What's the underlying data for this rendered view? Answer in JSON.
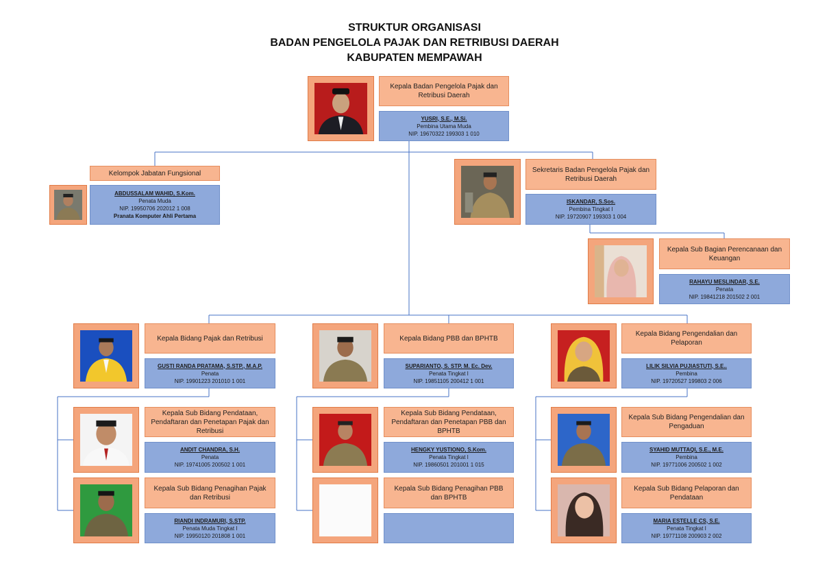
{
  "title": {
    "line1": "STRUKTUR ORGANISASI",
    "line2": "BADAN PENGELOLA PAJAK DAN RETRIBUSI DAERAH",
    "line3": "KABUPATEN MEMPAWAH"
  },
  "nodes": {
    "kepala": {
      "role": "Kepala Badan Pengelola Pajak dan Retribusi Daerah",
      "name": "YUSRI, S.E., M.Si.",
      "rank": "Pembina Utama Muda",
      "nip": "NIP. 19670322 199303 1 010"
    },
    "fungsional": {
      "role": "Kelompok Jabatan Fungsional",
      "name": "ABDUSSALAM WAHID, S.Kom.",
      "rank": "Penata Muda",
      "nip": "NIP. 19950706 202012 1 008",
      "extra": "Pranata Komputer Ahli Pertama"
    },
    "sekretaris": {
      "role": "Sekretaris Badan Pengelola Pajak dan Retribusi Daerah",
      "name": "ISKANDAR, S.Sos.",
      "rank": "Pembina Tingkat I",
      "nip": "NIP. 19720907 199303 1 004"
    },
    "perencanaan": {
      "role": "Kepala Sub Bagian Perencanaan dan Keuangan",
      "name": "RAHAYU MESLINDAR, S.E.",
      "rank": "Penata",
      "nip": "NIP. 19841218 201502 2 001"
    },
    "bid_pajak": {
      "role": "Kepala Bidang Pajak dan Retribusi",
      "name": "GUSTI RANDA PRATAMA, S.STP., M.A.P.",
      "rank": "Penata",
      "nip": "NIP. 19901223 201010 1 001"
    },
    "bid_pbb": {
      "role": "Kepala Bidang PBB dan BPHTB",
      "name": "SUPARIANTO, S. STP. M. Ec. Dev.",
      "rank": "Penata Tingkat I",
      "nip": "NIP. 19851105 200412 1 001"
    },
    "bid_pengendalian": {
      "role": "Kepala Bidang Pengendalian dan Pelaporan",
      "name": "LILIK SILVIA PUJIASTUTI, S.E..",
      "rank": "Pembina",
      "nip": "NIP. 19720527 199803 2 006"
    },
    "sub_pajak_pendataan": {
      "role": "Kepala Sub Bidang Pendataan, Pendaftaran dan Penetapan Pajak dan Retribusi",
      "name": "ANDIT CHANDRA, S.H.",
      "rank": "Penata",
      "nip": "NIP. 19741005 200502 1 001"
    },
    "sub_pajak_penagihan": {
      "role": "Kepala Sub Bidang Penagihan Pajak dan Retribusi",
      "name": "RIANDI INDRAMURI, S.STP.",
      "rank": "Penata Muda Tingkat I",
      "nip": "NIP. 19950120 201808 1 001"
    },
    "sub_pbb_pendataan": {
      "role": "Kepala Sub Bidang Pendataan, Pendaftaran dan Penetapan PBB dan BPHTB",
      "name": "HENGKY YUSTIONO, S.Kom.",
      "rank": "Penata Tingkat I",
      "nip": "NIP. 19860501 201001 1 015"
    },
    "sub_pbb_penagihan": {
      "role": "Kepala Sub Bidang Penagihan PBB dan BPHTB",
      "name": "",
      "rank": "",
      "nip": ""
    },
    "sub_pengaduan": {
      "role": "Kepala Sub Bidang Pengendalian dan Pengaduan",
      "name": "SYAHID MUTTAQI, S.E., M.E.",
      "rank": "Pembina",
      "nip": "NIP. 19771006 200502 1 002"
    },
    "sub_pelaporan": {
      "role": "Kepala Sub Bidang Pelaporan dan Pendataan",
      "name": "MARIA ESTELLE CS, S.E.",
      "rank": "Penata Tingkat I",
      "nip": "NIP. 19771108 200903 2 002"
    }
  },
  "colors": {
    "role_bg": "#f8b590",
    "info_bg": "#8ea9db",
    "photo_frame": "#f4a57c",
    "connector": "#4472c4"
  }
}
